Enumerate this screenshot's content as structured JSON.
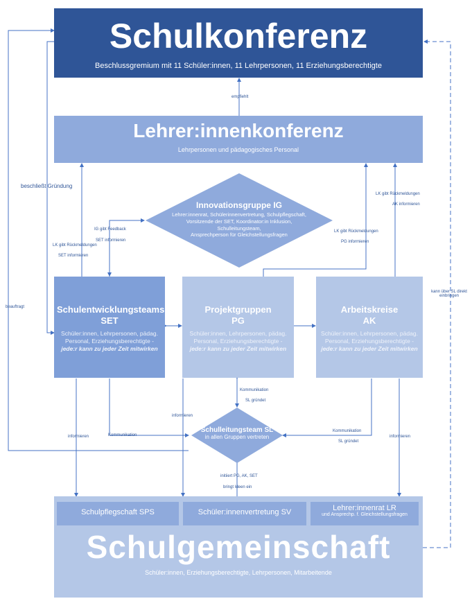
{
  "schulkonferenz": {
    "title": "Schulkonferenz",
    "subtitle": "Beschlussgremium mit 11 Schüler:innen, 11 Lehrpersonen, 11 Erziehungsberechtigte"
  },
  "lehrerkonferenz": {
    "title": "Lehrer:innenkonferenz",
    "subtitle": "Lehrpersonen und pädagogisches Personal"
  },
  "innovationsgruppe": {
    "title": "Innovationsgruppe IG",
    "lines": [
      "Lehrer:innenrat, Schülerinnenvertretung, Schulpflegschaft,",
      "Vorsitzende der SET, Koordinator:in Inklusion,",
      "Schulleitungsteam,",
      "Ansprechperson für Gleichstellungsfragen"
    ]
  },
  "groups": [
    {
      "title1": "Schulentwicklungsteams",
      "title2": "SET",
      "text": "Schüler:innen, Lehrpersonen, pädag. Personal, Erziehungsberechtigte -",
      "italic": "jede:r kann zu jeder Zeit mitwirken"
    },
    {
      "title1": "Projektgruppen",
      "title2": "PG",
      "text": "Schüler:innen, Lehrpersonen, pädag. Personal, Erziehungsberechtigte -",
      "italic": "jede:r kann zu jeder Zeit mitwirken"
    },
    {
      "title1": "Arbeitskreise",
      "title2": "AK",
      "text": "Schüler:innen, Lehrpersonen, pädag. Personal, Erziehungsberechtigte -",
      "italic": "jede:r kann zu jeder Zeit mitwirken"
    }
  ],
  "schulleitung": {
    "title": "Schulleitungsteam SL",
    "subtitle": "in allen Gruppen vertreten"
  },
  "schulgemeinschaft": {
    "title": "Schulgemeinschaft",
    "subtitle": "Schüler:innen, Erziehungsberechtigte, Lehrpersonen, Mitarbeitende",
    "sps": "Schulpflegschaft SPS",
    "sv": "Schüler:innenvertretung SV",
    "lr_title": "Lehrer:innenrat LR",
    "lr_sub": "und Ansprechp. f. Gleichstellungsfragen"
  },
  "labels": {
    "empfiehlt": "empfiehlt",
    "beschliesst": "beschließt Gründung",
    "beauftragt": "beauftragt",
    "kann_ueber": "kann über SL direkt einbringen",
    "ig_feedback": "IG gibt Feedback",
    "set_informieren_top": "SET informieren",
    "lk_rueck_set": "LK gibt Rückmeldungen",
    "set_informieren": "SET informieren",
    "lk_rueck_pg": "LK gibt Rückmeldungen",
    "pg_informieren": "PG informieren",
    "lk_rueck_ak": "LK gibt Rückmeldungen",
    "ak_informieren": "AK informieren",
    "kommunikation_pg": "Kommunikation",
    "sl_gruendet_pg": "SL gründet",
    "kommunikation_ak": "Kommunikation",
    "sl_gruendet_ak": "SL gründet",
    "informieren_set": "informieren",
    "kommunikation_set": "Kommunikation",
    "informieren_pg": "informieren",
    "informieren_ak": "informieren",
    "initiiert": "initiiert PG, AK, SET",
    "bringt": "bringt Ideen ein"
  },
  "colors": {
    "dark": "#2f5597",
    "mid": "#8faadc",
    "pale": "#b4c7e7",
    "line": "#4472c4"
  }
}
